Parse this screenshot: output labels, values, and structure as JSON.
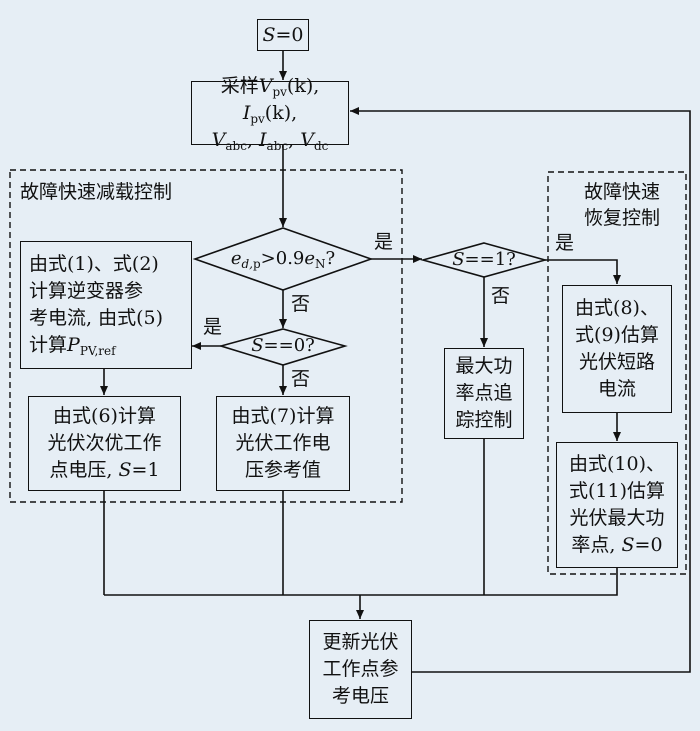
{
  "diagram": {
    "start": {
      "var": "S",
      "text": "=0"
    },
    "sample": {
      "line1": "采样",
      "vpv": "V",
      "vpv_sub": "pv",
      "k1": "(k)",
      "ipv": "I",
      "ipv_sub": "pv",
      "k2": "(k)",
      "vabc": "V",
      "vabc_sub": "abc",
      "iabc": "I",
      "iabc_sub": "abc",
      "vdc": "V",
      "vdc_sub": "dc"
    },
    "region_left_title": "故障快速减载控制",
    "region_right_title": [
      "故障快速",
      "恢复控制"
    ],
    "decision1": {
      "e": "e",
      "e_sub": "d,",
      "e_sub2": "p",
      "op": ">0.9",
      "en": "e",
      "en_sub": "N",
      "q": "?"
    },
    "decision2": {
      "var": "S",
      "text": "==0?"
    },
    "decision3": {
      "var": "S",
      "text": "==1?"
    },
    "yes": "是",
    "no": "否",
    "box_formula25": {
      "line1": "由式(1)、式(2)",
      "line2": "计算逆变器参",
      "line3": "考电流, 由式(5)",
      "line4": "计算",
      "p": "P",
      "p_sub": "PV,ref"
    },
    "box_formula6": {
      "line1": "由式(6)计算",
      "line2": "光伏次优工作",
      "line3": "点电压, ",
      "s": "S",
      "s_text": "=1"
    },
    "box_formula7": {
      "line1": "由式(7)计算",
      "line2": "光伏工作电",
      "line3": "压参考值"
    },
    "box_mppt": {
      "line1": "最大功",
      "line2": "率点追",
      "line3": "踪控制"
    },
    "box_formula89": {
      "line1": "由式(8)、",
      "line2": "式(9)估算",
      "line3": "光伏短路",
      "line4": "电流"
    },
    "box_formula1011": {
      "line1": "由式(10)、",
      "line2": "式(11)估算",
      "line3": "光伏最大功",
      "line4": "率点, ",
      "s": "S",
      "s_text": "=0"
    },
    "box_update": {
      "line1": "更新光伏",
      "line2": "工作点参",
      "line3": "考电压"
    }
  }
}
